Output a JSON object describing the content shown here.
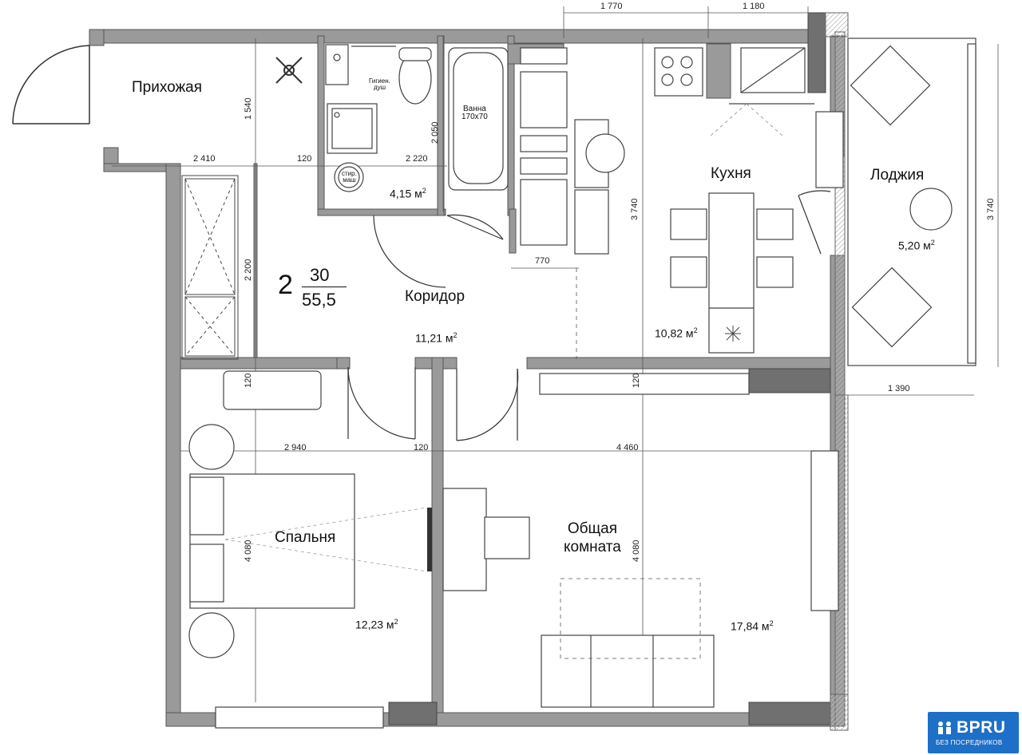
{
  "rooms": {
    "hall": {
      "name": "Прихожая"
    },
    "bath": {
      "area": "4,15 м",
      "tub": "Ванна",
      "tub_size": "170х70",
      "hygiene": "Гигиен.",
      "shower": "душ",
      "washer_1": "стир.",
      "washer_2": "маш"
    },
    "corridor": {
      "name": "Коридор",
      "area": "11,21 м"
    },
    "kitchen": {
      "name": "Кухня",
      "area": "10,82 м"
    },
    "loggia": {
      "name": "Лоджия",
      "area": "5,20 м"
    },
    "bedroom": {
      "name": "Спальня",
      "area": "12,23 м"
    },
    "living": {
      "name_line1": "Общая",
      "name_line2": "комната",
      "area": "17,84 м"
    }
  },
  "sq_sup": "2",
  "apartment_code": {
    "rooms": "2",
    "top": "30",
    "bottom": "55,5"
  },
  "dimensions": {
    "top_1770": "1 770",
    "top_1180": "1 180",
    "d_2410": "2 410",
    "d_120_a": "120",
    "d_2220": "2 220",
    "v_1540": "1 540",
    "v_2050": "2 050",
    "v_3740_k": "3 740",
    "v_3740_l": "3 740",
    "v_2200": "2 200",
    "d_770": "770",
    "v_120_a": "120",
    "v_120_b": "120",
    "d_2940": "2 940",
    "d_120_b": "120",
    "d_4460": "4 460",
    "v_4080_a": "4 080",
    "v_4080_b": "4 080",
    "d_1390": "1 390"
  },
  "logo": {
    "name": "BPRU",
    "tagline": "БЕЗ ПОСРЕДНИКОВ"
  },
  "colors": {
    "wall": "#9a9a9a",
    "wall_dark": "#707070",
    "line": "#222222",
    "logo": "#1d6fc8"
  }
}
